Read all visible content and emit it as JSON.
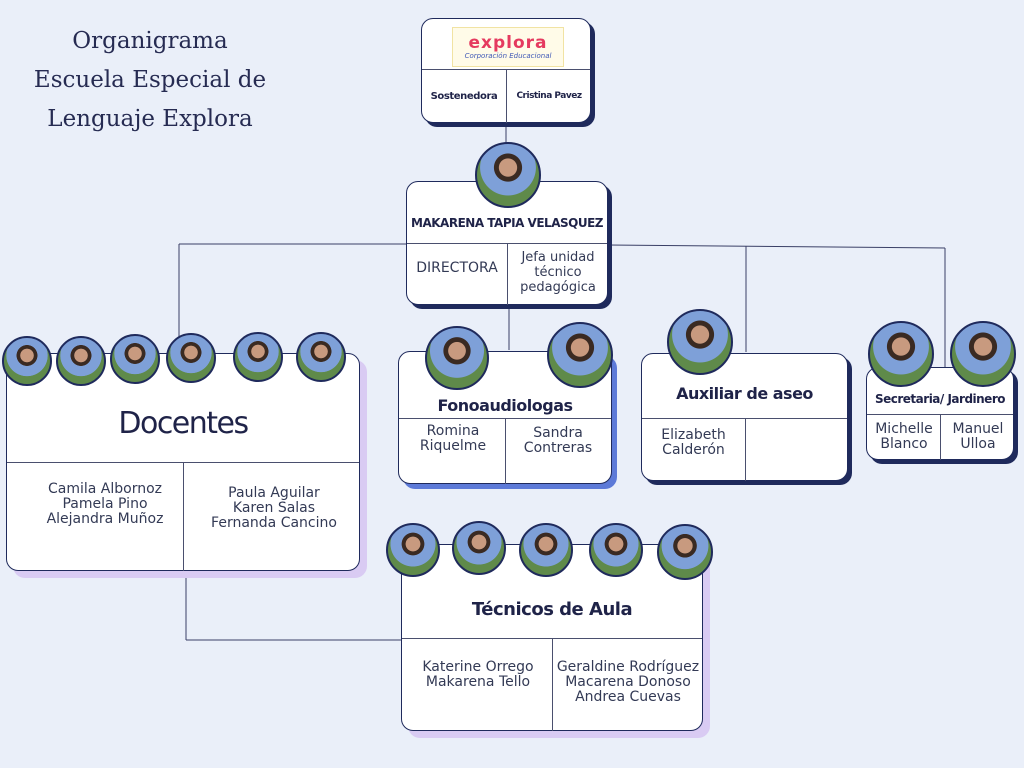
{
  "title": [
    "Organigrama",
    "Escuela Especial de",
    "Lenguaje Explora"
  ],
  "logo": {
    "word": "explora",
    "subtitle": "Corporación Educacional"
  },
  "sostenedor": {
    "label": "Sostenedora",
    "name": "Cristina Pavez"
  },
  "director": {
    "name": "MAKARENA TAPIA VELASQUEZ",
    "role": "DIRECTORA",
    "role2": "Jefa unidad técnico pedagógica"
  },
  "docentes": {
    "title": "Docentes",
    "col1": [
      "Camila Albornoz",
      "Pamela Pino",
      "Alejandra Muñoz"
    ],
    "col2": [
      "Paula Aguilar",
      "Karen Salas",
      "Fernanda Cancino"
    ]
  },
  "fono": {
    "title": "Fonoaudiologas",
    "col1": [
      "Romina",
      "Riquelme"
    ],
    "col2": [
      "Sandra",
      "Contreras"
    ]
  },
  "aseo": {
    "title": "Auxiliar de aseo",
    "col1": [
      "Elizabeth",
      "Calderón"
    ]
  },
  "secretaria": {
    "title": "Secretaria/ Jardinero",
    "col1": [
      "Michelle",
      "Blanco"
    ],
    "col2": [
      "Manuel",
      "Ulloa"
    ]
  },
  "tecnicos": {
    "title": "Técnicos de Aula",
    "col1": [
      "Katerine Orrego",
      "Makarena Tello"
    ],
    "col2": [
      "Geraldine Rodríguez",
      "Macarena Donoso",
      "Andrea Cuevas"
    ]
  },
  "colors": {
    "background": "#eaeff9",
    "navy": "#1f2a5c",
    "blue_shadow": "#5d7ad8",
    "lilac_shadow": "#d9cbf3"
  },
  "icons": [
    "person-photo-icon"
  ]
}
